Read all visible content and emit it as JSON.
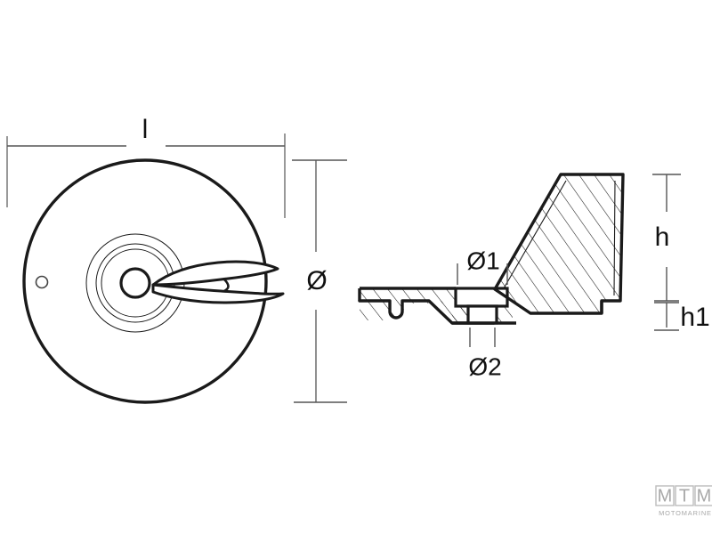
{
  "document": {
    "type": "technical-drawing",
    "title": "Marine trim tab anode dimensioned drawing",
    "background_color": "#ffffff",
    "line_color": "#1a1a1a",
    "dimension_line_color": "#555555",
    "hatch_color": "#1a1a1a"
  },
  "views": {
    "front": {
      "name": "front-view",
      "description": "Circular anode plate seen face-on with central hub and tapered fin"
    },
    "section": {
      "name": "section-view",
      "description": "Cross-section showing mounting plate, hook, boss and hatched fin"
    }
  },
  "dimensions": {
    "length": {
      "label": "l",
      "name": "dimension-l",
      "orientation": "horizontal",
      "view": "front"
    },
    "diameter": {
      "label": "Ø",
      "name": "dimension-diameter",
      "orientation": "vertical",
      "view": "front"
    },
    "diameter1": {
      "label": "Ø1",
      "name": "dimension-diameter-1",
      "orientation": "horizontal",
      "view": "section"
    },
    "diameter2": {
      "label": "Ø2",
      "name": "dimension-diameter-2",
      "orientation": "horizontal",
      "view": "section"
    },
    "height": {
      "label": "h",
      "name": "dimension-h",
      "orientation": "vertical",
      "view": "section"
    },
    "height1": {
      "label": "h1",
      "name": "dimension-h1",
      "orientation": "vertical",
      "view": "section"
    }
  },
  "watermark": {
    "name": "mtm-logo-watermark",
    "letters": [
      "M",
      "T",
      "M"
    ],
    "subtitle": "MOTOMARINE",
    "color": "#a8a8a8"
  }
}
